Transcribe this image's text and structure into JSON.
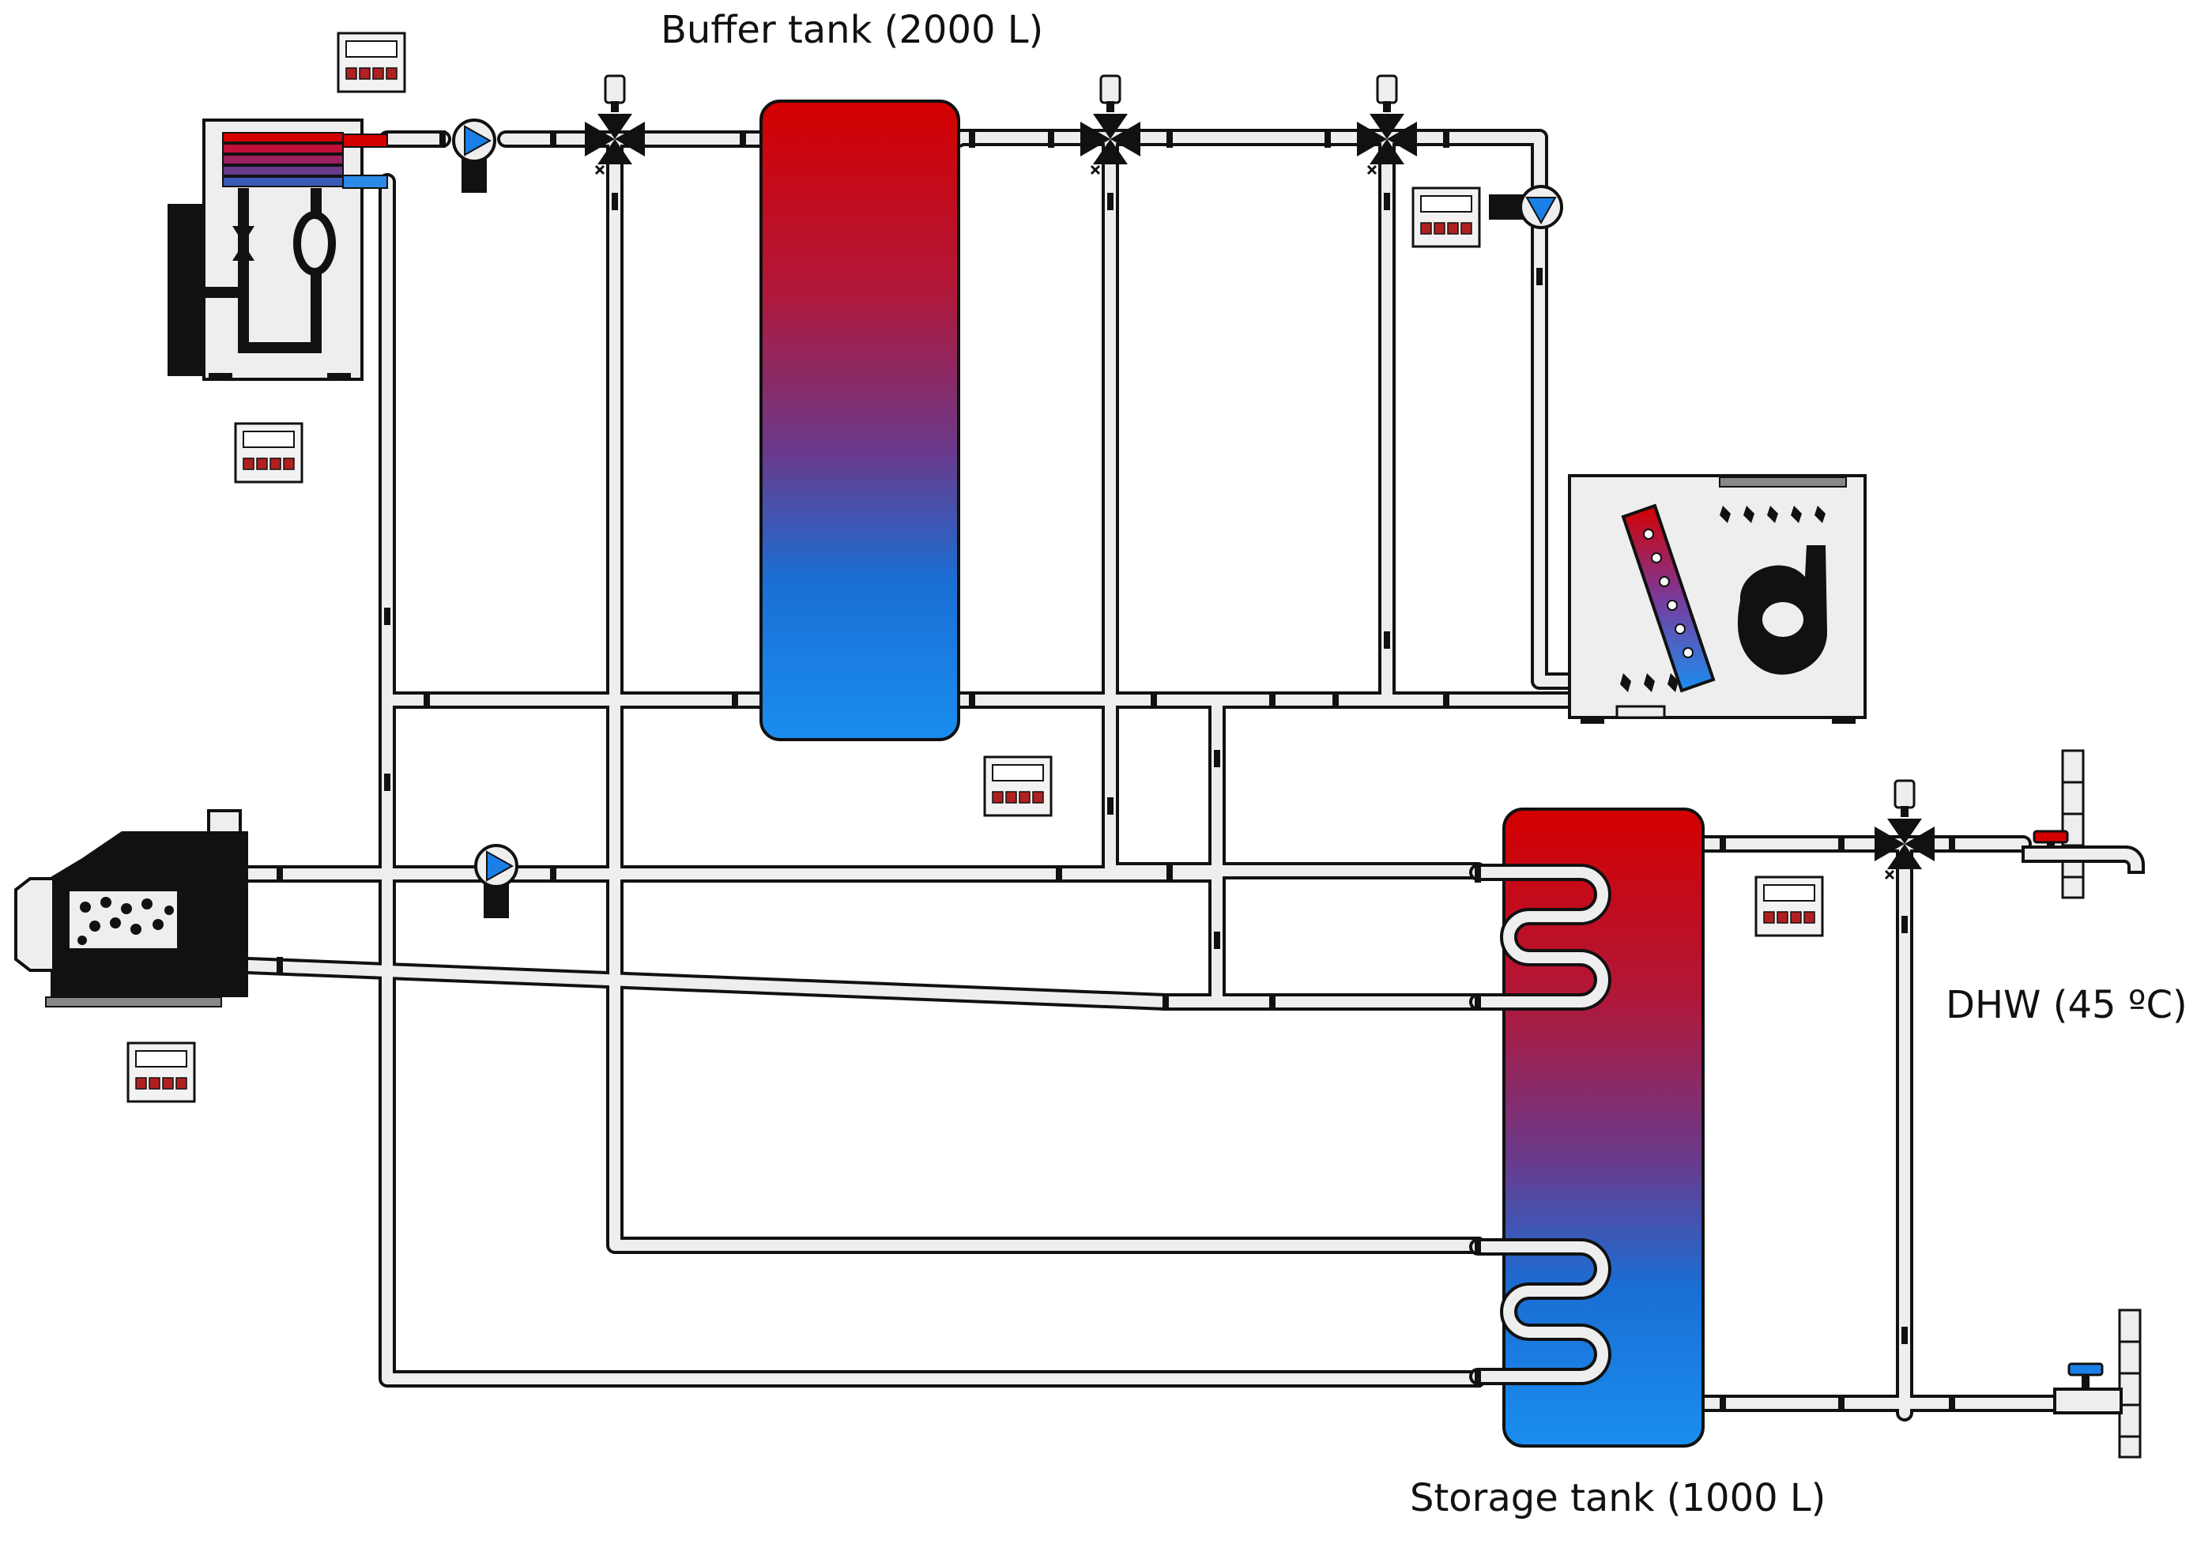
{
  "labels": {
    "buffer_tank": "Buffer tank (2000 L)",
    "storage_tank": "Storage tank (1000 L)",
    "dhw": "DHW (45 ºC)"
  },
  "icons": {
    "controller": "controller-icon",
    "pump": "circulation-pump-icon",
    "mixing_valve": "three-way-mixing-valve-icon",
    "heat_pump": "heat-pump-icon",
    "boiler": "biomass-boiler-icon",
    "solar_unit": "solar-collector-unit-icon",
    "hot_tap": "hot-water-tap-icon",
    "cold_tap": "cold-water-inlet-icon"
  },
  "colors": {
    "hot": "#d40000",
    "mid": "#6a3a8c",
    "cold": "#1a7fe6",
    "pipe_fill": "#eeeeee",
    "outline": "#111111",
    "controller_display": "#b02020"
  }
}
